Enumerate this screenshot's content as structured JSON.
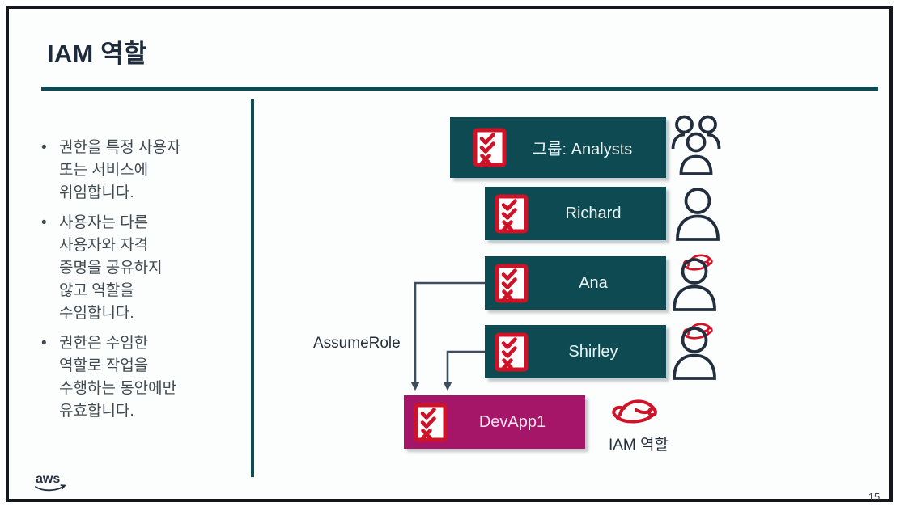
{
  "slide": {
    "title": "IAM 역할",
    "page_number": "15",
    "logo_text": "aws"
  },
  "left_panel": {
    "bullets": [
      "권한을 특정 사용자\n또는 서비스에\n위임합니다.",
      "사용자는 다른\n사용자와 자격\n증명을 공유하지\n않고 역할을\n수임합니다.",
      "권한은 수임한\n역할로 작업을\n수행하는 동안에만\n유효합니다."
    ]
  },
  "diagram": {
    "assume_role_label": "AssumeRole",
    "role_caption": "IAM 역할",
    "group_box": {
      "label": "그룹: Analysts"
    },
    "user_boxes": [
      {
        "label": "Richard",
        "has_role_hat": false
      },
      {
        "label": "Ana",
        "has_role_hat": true
      },
      {
        "label": "Shirley",
        "has_role_hat": true
      }
    ],
    "role_box": {
      "label": "DevApp1"
    },
    "icons": {
      "policy_document": "white checklist card with red border, two red checks and one red x",
      "user_group": "three-person-outline",
      "user": "person-outline",
      "role_hat": "red-hard-hat"
    },
    "colors": {
      "accent_teal": "#0e4a52",
      "role_magenta": "#a51669",
      "icon_red": "#cf1227",
      "ink_navy": "#232f3e",
      "connector_slate": "#3e4d5e"
    }
  }
}
